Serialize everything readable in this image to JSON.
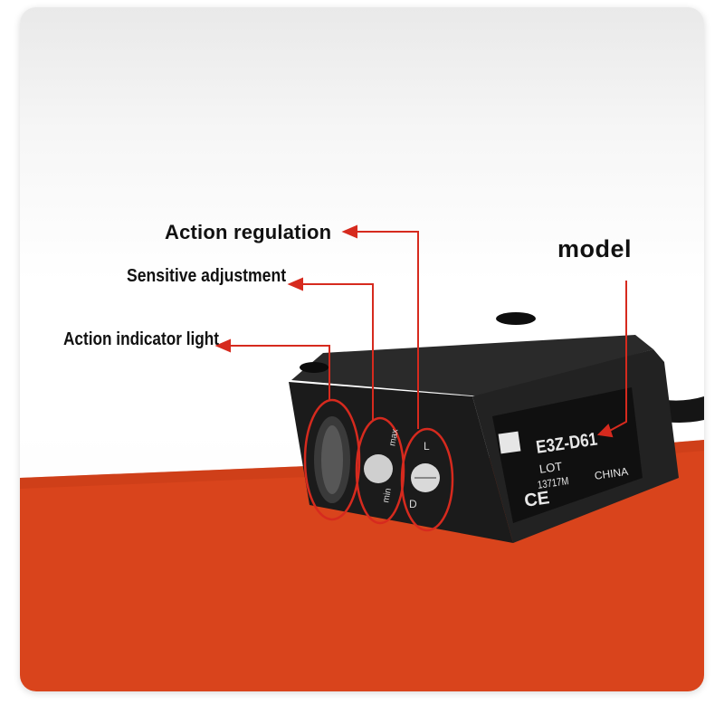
{
  "callouts": {
    "action_regulation": "Action regulation",
    "sensitive_adjustment": "Sensitive adjustment",
    "action_indicator_light": "Action indicator light",
    "model": "model"
  },
  "product_label": {
    "model_code": "E3Z-D61",
    "lot_label": "LOT",
    "lot_number": "13717M",
    "origin": "CHINA",
    "certification": "CE"
  },
  "knob_marks": {
    "min": "min",
    "max": "max",
    "d": "D",
    "l": "L"
  },
  "colors": {
    "accent_red": "#d62a1e",
    "floor_orange": "#d9441c",
    "sensor_body": "#1d1d1d"
  }
}
